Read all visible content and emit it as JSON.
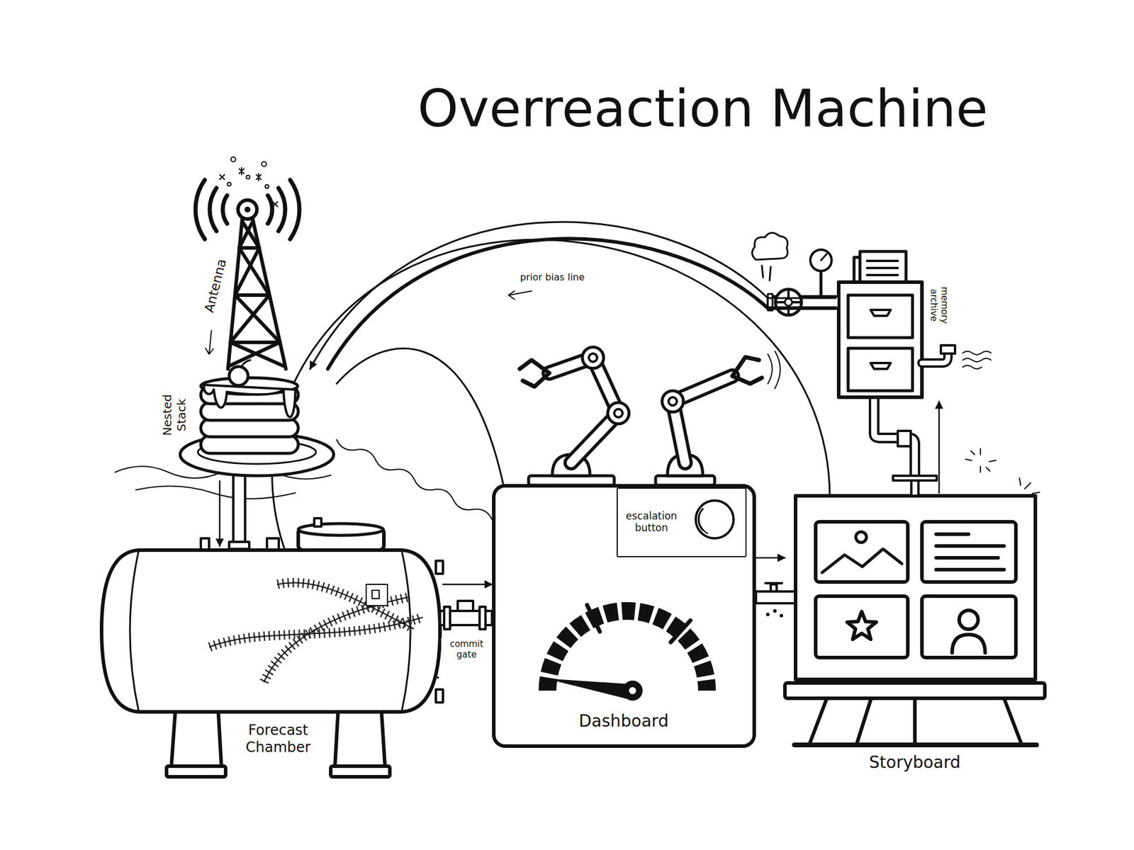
{
  "diagram": {
    "title": "Overreaction Machine",
    "nodes": [
      {
        "text": [
          "Antenna"
        ]
      },
      {
        "text": [
          "Nested Stack"
        ]
      },
      {
        "text": [
          "memory archive"
        ]
      },
      {
        "text": [
          "Dashboard"
        ]
      },
      {
        "text": [
          "escalation button"
        ],
        "in": 3
      },
      {
        "text": [
          "Storyboard"
        ]
      },
      {
        "text": [
          "Forecast Chamber"
        ]
      }
    ],
    "edges": [
      {
        "from": 1,
        "to": 6,
        "arrow": "to"
      },
      {
        "from": 6,
        "to": 3,
        "label": "commit gate",
        "arrow": "to"
      },
      {
        "from": 3,
        "to": 5,
        "arrow": "to"
      },
      {
        "from": 5,
        "to": 2,
        "arrow": "to"
      },
      {
        "from": 2,
        "to": 1,
        "label": "prior bias line",
        "arrow": "to"
      },
      {
        "from": 2,
        "to": 1,
        "arrow": "none"
      },
      {
        "from": 1,
        "to": 3,
        "arrow": "none"
      },
      {
        "from": 1,
        "to": 3,
        "arrow": "none"
      }
    ]
  }
}
